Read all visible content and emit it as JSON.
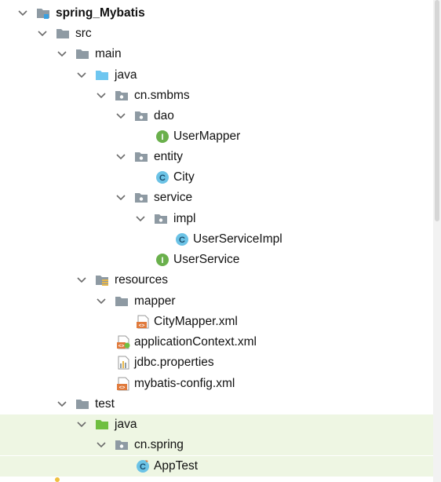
{
  "project": {
    "name": "spring_Mybatis",
    "icon": "module-folder-icon"
  },
  "tree": {
    "src": "src",
    "main": "main",
    "main_java": "java",
    "pkg_smbms": "cn.smbms",
    "dao": "dao",
    "user_mapper": "UserMapper",
    "entity": "entity",
    "city": "City",
    "service": "service",
    "impl": "impl",
    "user_service_impl": "UserServiceImpl",
    "user_service": "UserService",
    "resources": "resources",
    "mapper": "mapper",
    "city_mapper_xml": "CityMapper.xml",
    "application_context_xml": "applicationContext.xml",
    "jdbc_properties": "jdbc.properties",
    "mybatis_config_xml": "mybatis-config.xml",
    "test": "test",
    "test_java": "java",
    "pkg_spring": "cn.spring",
    "app_test": "AppTest"
  },
  "colors": {
    "folder_gray": "#8e9aa3",
    "source_root_blue": "#6ec6f0",
    "test_root_green": "#6fbf40",
    "interface_badge": "#6ab04c",
    "class_badge": "#6cc3e6",
    "xml_orange": "#e07a3c",
    "test_highlight": "#eef6e3"
  }
}
